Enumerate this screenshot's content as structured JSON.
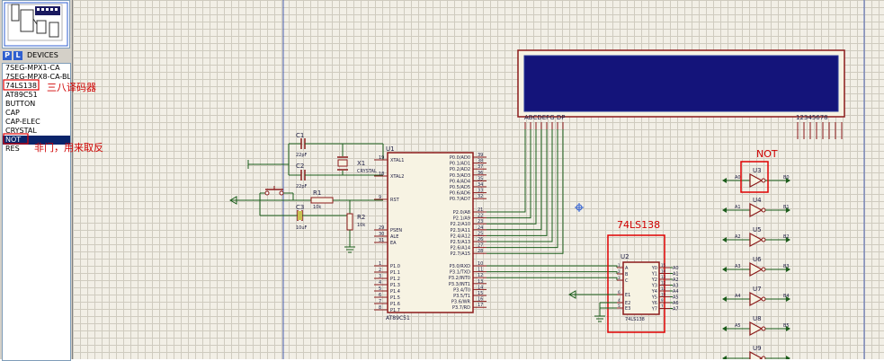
{
  "sidebar": {
    "mode_p": "P",
    "mode_l": "L",
    "devices_title": "DEVICES",
    "devices": [
      "7SEG-MPX1-CA",
      "7SEG-MPX8-CA-BL",
      "74LS138",
      "AT89C51",
      "BUTTON",
      "CAP",
      "CAP-ELEC",
      "CRYSTAL",
      "NOT",
      "RES"
    ],
    "selected_device": "NOT"
  },
  "annotations": {
    "decoder_note": "三八译码器",
    "not_note": "非门，用来取反",
    "title_74ls138": "74LS138",
    "title_not": "NOT"
  },
  "components": {
    "c1": {
      "ref": "C1",
      "value": "22pF"
    },
    "c2": {
      "ref": "C2",
      "value": "22pF"
    },
    "c3": {
      "ref": "C3",
      "value": "10uF"
    },
    "x1": {
      "ref": "X1",
      "value": "CRYSTAL"
    },
    "r1": {
      "ref": "R1",
      "value": "10k"
    },
    "r2": {
      "ref": "R2",
      "value": "10k"
    },
    "u1": {
      "ref": "U1",
      "part": "AT89C51",
      "left_pins": [
        {
          "num": "19",
          "name": "XTAL1"
        },
        {
          "num": "18",
          "name": "XTAL2"
        },
        {
          "num": "9",
          "name": "RST"
        },
        {
          "num": "29",
          "name": "PSEN"
        },
        {
          "num": "30",
          "name": "ALE"
        },
        {
          "num": "31",
          "name": "EA"
        },
        {
          "num": "1",
          "name": "P1.0"
        },
        {
          "num": "2",
          "name": "P1.1"
        },
        {
          "num": "3",
          "name": "P1.2"
        },
        {
          "num": "4",
          "name": "P1.3"
        },
        {
          "num": "5",
          "name": "P1.4"
        },
        {
          "num": "6",
          "name": "P1.5"
        },
        {
          "num": "7",
          "name": "P1.6"
        },
        {
          "num": "8",
          "name": "P1.7"
        }
      ],
      "right_pins": [
        {
          "num": "39",
          "name": "P0.0/AD0"
        },
        {
          "num": "38",
          "name": "P0.1/AD1"
        },
        {
          "num": "37",
          "name": "P0.2/AD2"
        },
        {
          "num": "36",
          "name": "P0.3/AD3"
        },
        {
          "num": "35",
          "name": "P0.4/AD4"
        },
        {
          "num": "34",
          "name": "P0.5/AD5"
        },
        {
          "num": "33",
          "name": "P0.6/AD6"
        },
        {
          "num": "32",
          "name": "P0.7/AD7"
        },
        {
          "num": "21",
          "name": "P2.0/A8"
        },
        {
          "num": "22",
          "name": "P2.1/A9"
        },
        {
          "num": "23",
          "name": "P2.2/A10"
        },
        {
          "num": "24",
          "name": "P2.3/A11"
        },
        {
          "num": "25",
          "name": "P2.4/A12"
        },
        {
          "num": "26",
          "name": "P2.5/A13"
        },
        {
          "num": "27",
          "name": "P2.6/A14"
        },
        {
          "num": "28",
          "name": "P2.7/A15"
        },
        {
          "num": "10",
          "name": "P3.0/RXD"
        },
        {
          "num": "11",
          "name": "P3.1/TXD"
        },
        {
          "num": "12",
          "name": "P3.2/INT0"
        },
        {
          "num": "13",
          "name": "P3.3/INT1"
        },
        {
          "num": "14",
          "name": "P3.4/T0"
        },
        {
          "num": "15",
          "name": "P3.5/T1"
        },
        {
          "num": "16",
          "name": "P3.6/WR"
        },
        {
          "num": "17",
          "name": "P3.7/RD"
        }
      ]
    },
    "u2": {
      "ref": "U2",
      "part": "74LS138",
      "inputs": [
        {
          "num": "1",
          "name": "A"
        },
        {
          "num": "2",
          "name": "B"
        },
        {
          "num": "3",
          "name": "C"
        },
        {
          "num": "6",
          "name": "E1"
        },
        {
          "num": "4",
          "name": "E2"
        },
        {
          "num": "5",
          "name": "E3"
        }
      ],
      "outputs": [
        {
          "num": "15",
          "name": "Y0",
          "net": "A0"
        },
        {
          "num": "14",
          "name": "Y1",
          "net": "A1"
        },
        {
          "num": "13",
          "name": "Y2",
          "net": "A2"
        },
        {
          "num": "12",
          "name": "Y3",
          "net": "A3"
        },
        {
          "num": "11",
          "name": "Y4",
          "net": "A4"
        },
        {
          "num": "10",
          "name": "Y5",
          "net": "A5"
        },
        {
          "num": "9",
          "name": "Y6",
          "net": "A6"
        },
        {
          "num": "7",
          "name": "Y7",
          "net": "A7"
        }
      ]
    },
    "display": {
      "segments_label": "ABCDEFG DP",
      "digits_label": "12345678",
      "fill_color": "#14147a",
      "bezel_color": "#2a3a9a"
    },
    "gates": [
      {
        "ref": "U3",
        "in": "A0",
        "out": "B0"
      },
      {
        "ref": "U4",
        "in": "A1",
        "out": "B1"
      },
      {
        "ref": "U5",
        "in": "A2",
        "out": "B2"
      },
      {
        "ref": "U6",
        "in": "A3",
        "out": "B3"
      },
      {
        "ref": "U7",
        "in": "A4",
        "out": "B4"
      },
      {
        "ref": "U8",
        "in": "A5",
        "out": "B5"
      },
      {
        "ref": "U9",
        "in": "",
        "out": ""
      }
    ]
  },
  "colors": {
    "component_outline": "#8b1a1a",
    "body_fill": "#f7f3e3",
    "wire": "#1a5c1a",
    "annotation": "#d00000",
    "pin_text": "#1a1a40"
  }
}
